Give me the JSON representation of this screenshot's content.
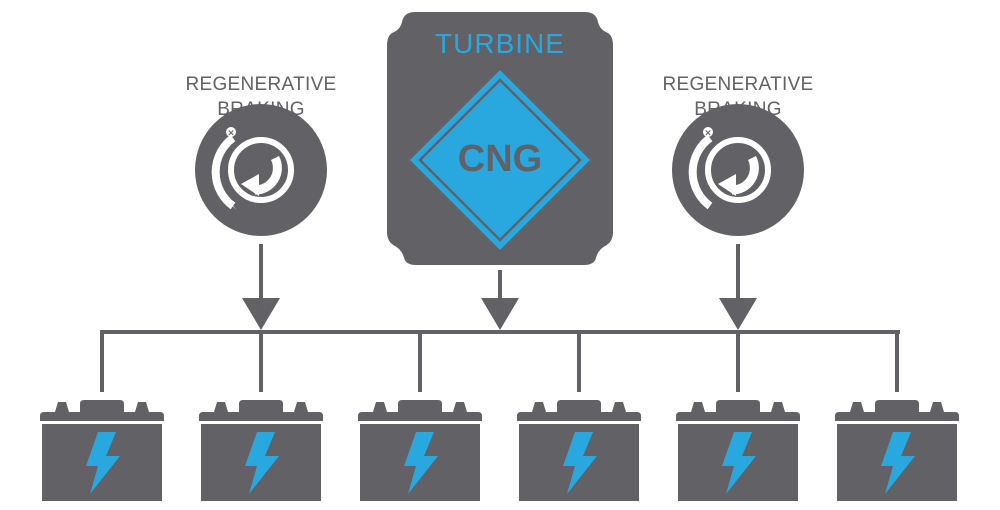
{
  "colors": {
    "gray": "#626166",
    "blue": "#29a8e0",
    "background": "#ffffff"
  },
  "sources": {
    "left_brake": {
      "label_line1": "REGENERATIVE",
      "label_line2": "BRAKING",
      "icon": "regenerative-braking-icon"
    },
    "turbine": {
      "title": "TURBINE",
      "fuel": "CNG",
      "icon": "cng-diamond-icon"
    },
    "right_brake": {
      "label_line1": "REGENERATIVE",
      "label_line2": "BRAKING",
      "icon": "regenerative-braking-icon"
    }
  },
  "batteries": [
    {
      "icon": "battery-icon",
      "symbol": "lightning-bolt-icon"
    },
    {
      "icon": "battery-icon",
      "symbol": "lightning-bolt-icon"
    },
    {
      "icon": "battery-icon",
      "symbol": "lightning-bolt-icon"
    },
    {
      "icon": "battery-icon",
      "symbol": "lightning-bolt-icon"
    },
    {
      "icon": "battery-icon",
      "symbol": "lightning-bolt-icon"
    },
    {
      "icon": "battery-icon",
      "symbol": "lightning-bolt-icon"
    }
  ]
}
